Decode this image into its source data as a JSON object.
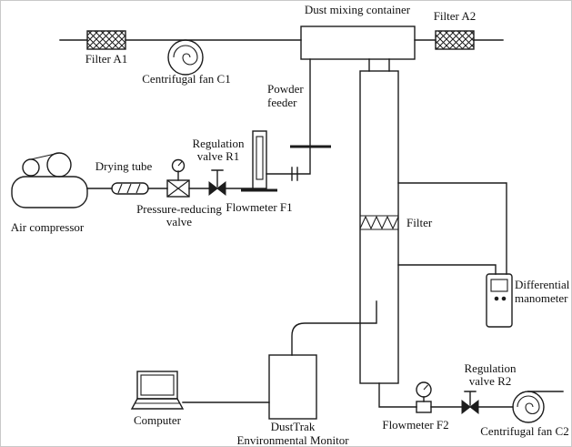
{
  "figure": {
    "title": "Dust mixing container",
    "labels": {
      "filter_a1": "Filter A1",
      "centrifugal_fan_c1": "Centrifugal fan C1",
      "filter_a2": "Filter A2",
      "powder_feeder": [
        "Powder",
        "feeder"
      ],
      "regulation_valve_r1": [
        "Regulation",
        "valve R1"
      ],
      "drying_tube": "Drying tube",
      "pressure_reducing_valve": [
        "Pressure-reducing",
        "valve"
      ],
      "flowmeter_f1": "Flowmeter F1",
      "air_compressor": "Air compressor",
      "column_filter": "Filter",
      "differential_manometer": [
        "Differential",
        "manometer"
      ],
      "computer": "Computer",
      "dusttrak": [
        "DustTrak",
        "Environmental Monitor"
      ],
      "flowmeter_f2": "Flowmeter F2",
      "regulation_valve_r2": [
        "Regulation",
        "valve R2"
      ],
      "centrifugal_fan_c2": "Centrifugal fan C2"
    },
    "colors": {
      "line": "#1c1c1c",
      "text": "#111111",
      "background": "#ffffff"
    }
  }
}
